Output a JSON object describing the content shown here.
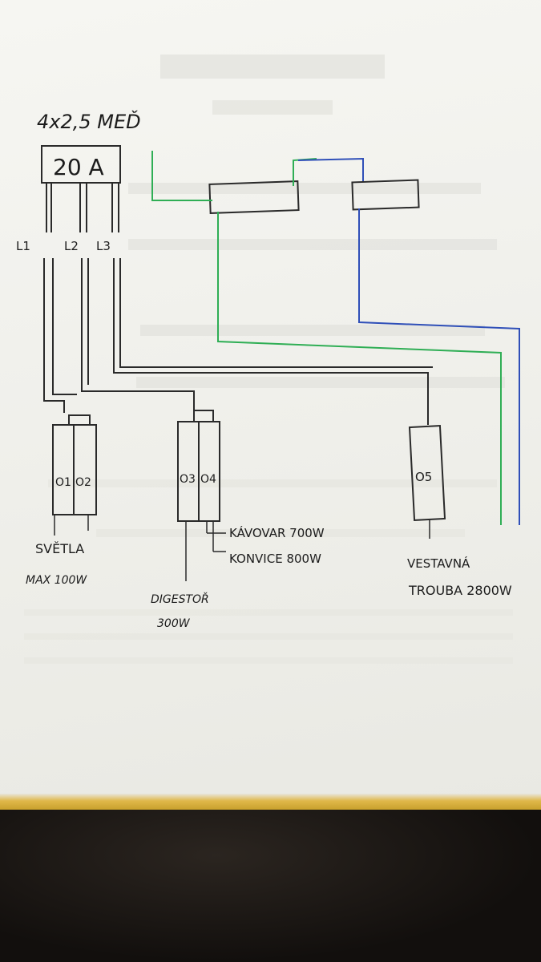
{
  "cable": {
    "label": "4x2,5 MEĎ"
  },
  "breaker": {
    "label": "20 A"
  },
  "lines": [
    "L1",
    "L2",
    "L3"
  ],
  "sockets": [
    {
      "labels": [
        "O1",
        "O2"
      ]
    },
    {
      "labels": [
        "O3",
        "O4"
      ]
    },
    {
      "labels": [
        "O5"
      ]
    }
  ],
  "loads": {
    "lights": [
      "SVĚTLA",
      "MAX 100W"
    ],
    "hood": [
      "DIGESTOŘ",
      "300W"
    ],
    "coffee": "KÁVOVAR 700W",
    "kettle": "KONVICE 800W",
    "oven": [
      "VESTAVNÁ",
      "TROUBA 2800W"
    ]
  },
  "colors": {
    "wire": "#2a2a2a",
    "ground": "#2fae55",
    "neutral": "#2f4fb8",
    "paper": "#f3f3ee"
  }
}
